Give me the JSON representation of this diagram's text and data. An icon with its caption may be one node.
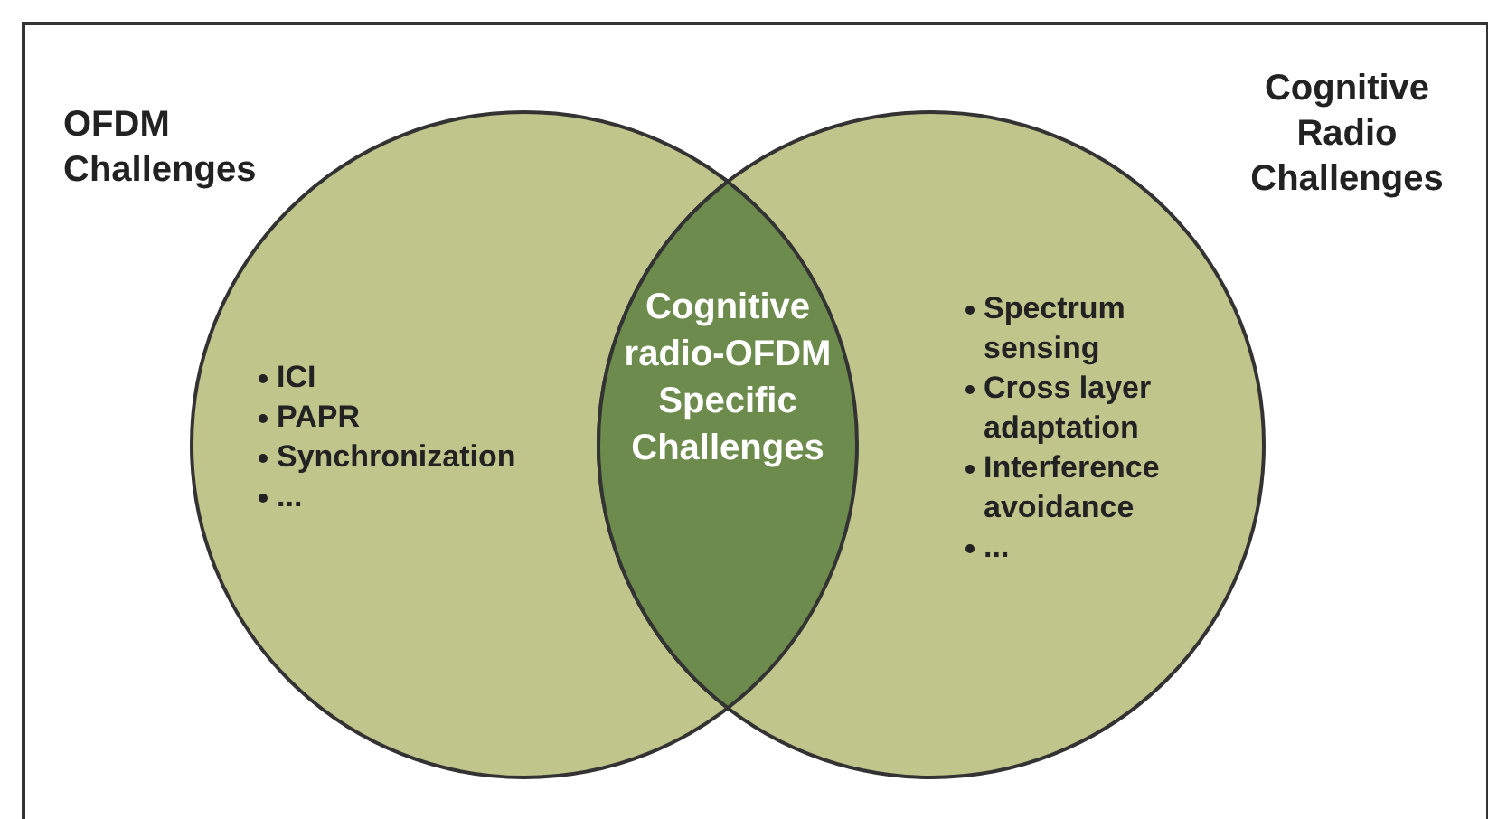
{
  "diagram": {
    "nodes": [
      {
        "text": [
          "OFDM Challenges",
          "ICI",
          "PAPR",
          "Synchronization",
          "..."
        ]
      },
      {
        "text": [
          "Cognitive Radio Challenges",
          "Spectrum sensing",
          "Cross layer adaptation",
          "Interference avoidance",
          "..."
        ]
      },
      {
        "text": [
          "Cognitive radio-OFDM Specific Challenges"
        ]
      }
    ]
  }
}
